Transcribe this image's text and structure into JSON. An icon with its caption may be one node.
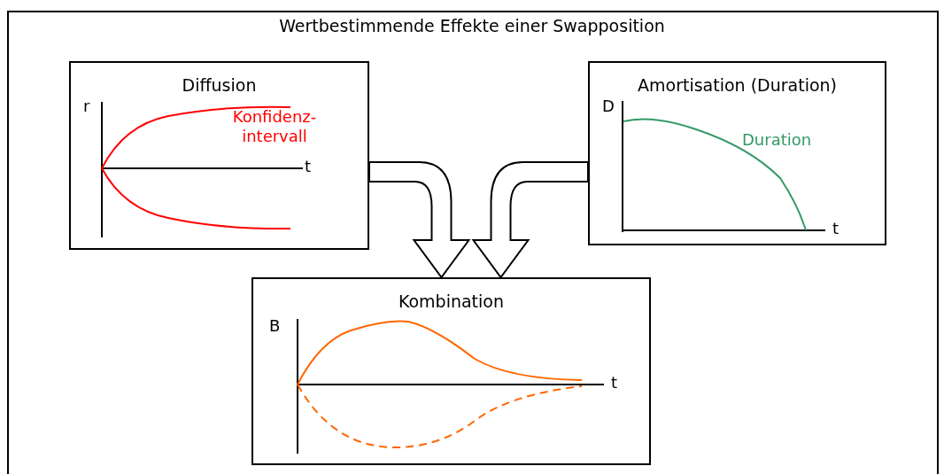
{
  "diagram": {
    "title": "Wertbestimmende Effekte einer Swapposition",
    "nodes": [
      {
        "text": [
          "Diffusion"
        ]
      },
      {
        "text": [
          "Amortisation (Duration)"
        ]
      },
      {
        "text": [
          "Kombination"
        ]
      }
    ],
    "edges": [
      {
        "from": 0,
        "to": 2,
        "arrow": "to"
      },
      {
        "from": 1,
        "to": 2,
        "arrow": "to"
      }
    ],
    "labels": [
      "r",
      "Konfidenz- intervall",
      "t",
      "D",
      "Duration",
      "t",
      "B",
      "t"
    ]
  }
}
